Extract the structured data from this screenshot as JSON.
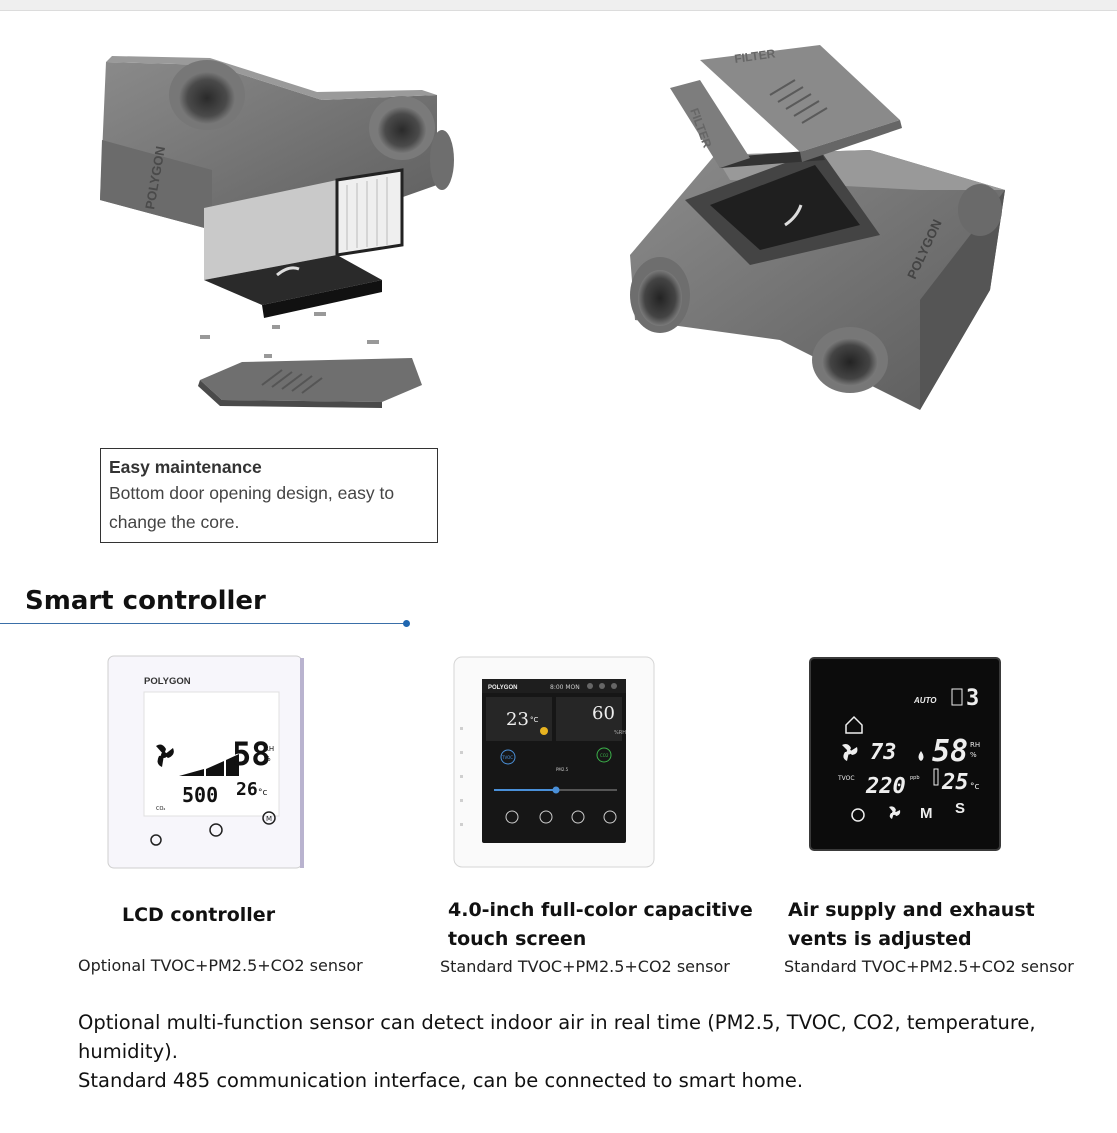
{
  "hero": {
    "left_unit_brand": "POLYGON",
    "right_unit_brand": "POLYGON",
    "filter_label_1": "FILTER",
    "filter_label_2": "FILTER"
  },
  "maintenance_note": {
    "title": "Easy maintenance",
    "body": "Bottom door opening design, easy to change the core."
  },
  "section_title": "Smart controller",
  "controllers": [
    {
      "title": "LCD controller",
      "subtitle": "Optional TVOC+PM2.5+CO2 sensor",
      "screen": {
        "brand": "POLYGON",
        "humidity": "58",
        "rh": "RH",
        "pct": "%",
        "co2": "500",
        "temp": "26",
        "unit": "°c",
        "co2_label": "CO₂"
      }
    },
    {
      "title": "4.0-inch full-color capacitive touch screen",
      "subtitle": "Standard TVOC+PM2.5+CO2 sensor",
      "screen": {
        "brand": "POLYGON",
        "time": "8:00 MON",
        "temp": "23",
        "temp_unit": "°C",
        "humidity": "60",
        "humidity_unit": "%RH",
        "pm_label": "TVOC",
        "pm_value": "PM2.5",
        "co2_label": "CO2"
      }
    },
    {
      "title": "Air supply and exhaust vents is adjusted",
      "subtitle": "Standard TVOC+PM2.5+CO2 sensor",
      "screen": {
        "mode": "AUTO",
        "level": "3",
        "temp_in": "73",
        "humidity": "58",
        "rh": "RH",
        "pct": "%",
        "tvoc_label": "TVOC",
        "tvoc": "220",
        "ppb": "ppb",
        "temp": "25",
        "unit": "°c",
        "btn_m": "M",
        "btn_s": "S"
      }
    }
  ],
  "description": [
    "Optional multi-function sensor can detect indoor air in real time (PM2.5, TVOC, CO2, temperature, humidity).",
    "Standard 485 communication interface, can be connected to smart home."
  ]
}
